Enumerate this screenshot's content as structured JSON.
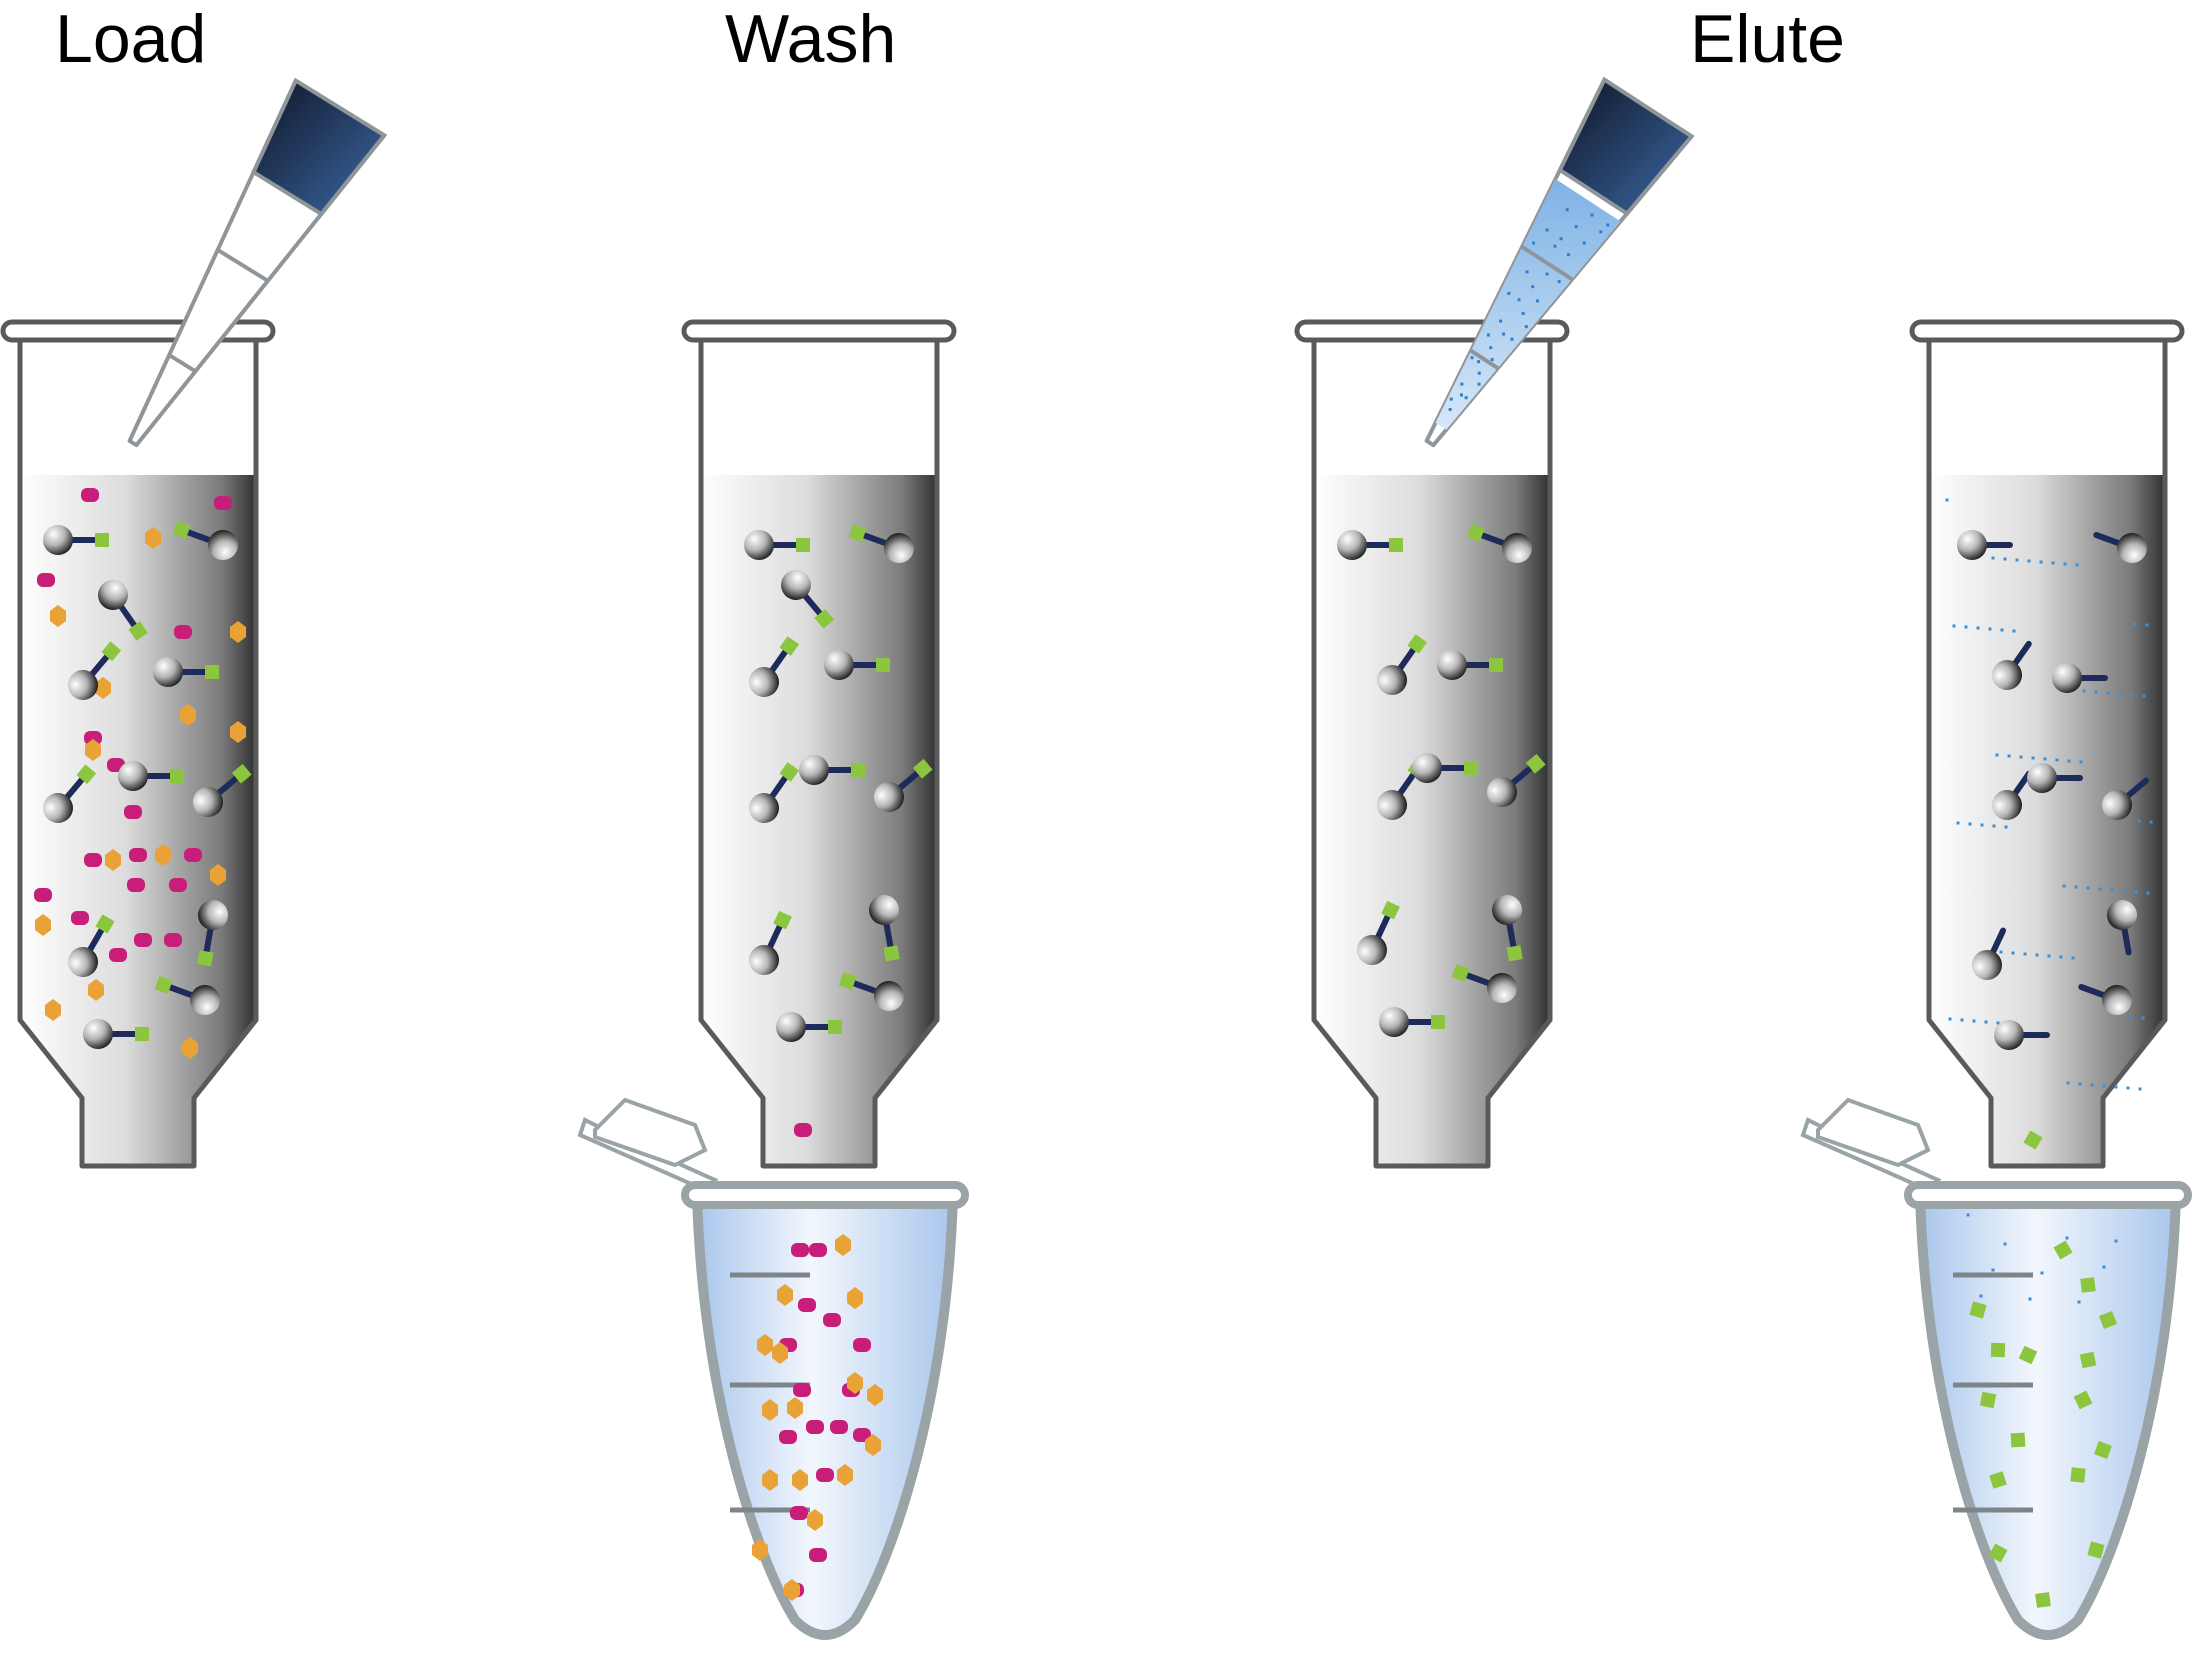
{
  "labels": {
    "load": "Load",
    "wash": "Wash",
    "elute": "Elute"
  },
  "colors": {
    "outline": "#595a5c",
    "tube_outline": "#9aa3a6",
    "magenta_protein": "#c81e7a",
    "orange_protein": "#e8a236",
    "green_target": "#8cc63f",
    "linker": "#1e2a5a",
    "buffer_blue": "#b9d3ef",
    "pipette_dark": "#1b2a4a",
    "pipette_light": "#8ab8e6"
  },
  "icons": {
    "column": "chromatography-column-icon",
    "pipette": "pipette-icon",
    "tube": "collection-tube-icon",
    "bead": "affinity-bead-icon"
  }
}
